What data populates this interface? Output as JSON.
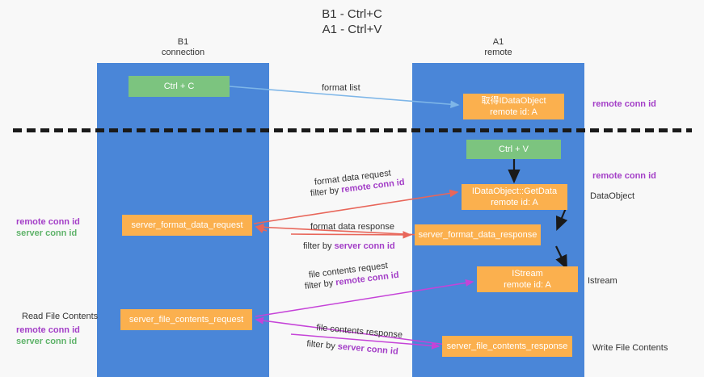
{
  "title": "B1 - Ctrl+C\nA1 - Ctrl+V",
  "lanes": {
    "left": {
      "header": "B1\nconnection",
      "color": "#4a86d8"
    },
    "right": {
      "header": "A1\nremote",
      "color": "#4a86d8"
    }
  },
  "colors": {
    "lane": "#4a86d8",
    "green_node": "#7cc47f",
    "orange_node": "#fbb04e",
    "purple_text": "#a33ec7",
    "green_text": "#5fb36a",
    "red_arrow": "#e8665a",
    "magenta_arrow": "#c543d8",
    "blue_arrow": "#7eb6e8",
    "black_arrow": "#1a1a1a",
    "background": "#f8f8f8"
  },
  "nodes": {
    "ctrl_c": {
      "label": "Ctrl + C"
    },
    "get_idataobject": {
      "label": "取得IDataObject",
      "sub": "remote id: A"
    },
    "ctrl_v": {
      "label": "Ctrl + V"
    },
    "get_data": {
      "label": "IDataObject::GetData",
      "sub": "remote id: A"
    },
    "server_format_data_request": {
      "label": "server_format_data_request"
    },
    "server_format_data_response": {
      "label": "server_format_data_response"
    },
    "istream": {
      "label": "IStream",
      "sub": "remote id: A"
    },
    "server_file_contents_request": {
      "label": "server_file_contents_request"
    },
    "server_file_contents_response": {
      "label": "server_file_contents_response"
    }
  },
  "edge_labels": {
    "format_list": "format list",
    "format_data_request": "format data request",
    "format_data_request_filter_prefix": "filter by ",
    "format_data_request_filter_key": "remote conn id",
    "format_data_response": "format data response",
    "format_data_response_filter_prefix": "filter by ",
    "format_data_response_filter_key": "server conn id",
    "file_contents_request": "file contents request",
    "file_contents_request_filter_prefix": "filter by ",
    "file_contents_request_filter_key": "remote conn id",
    "file_contents_response": "file contents response",
    "file_contents_response_filter_prefix": "filter by ",
    "file_contents_response_filter_key": "server conn id"
  },
  "annotations": {
    "right_remote_conn_id_top": "remote conn id",
    "right_remote_conn_id_mid": "remote conn id",
    "right_dataobject": "DataObject",
    "right_istream": "Istream",
    "right_write_file_contents": "Write File Contents",
    "left_remote_conn_id_mid": "remote conn id",
    "left_server_conn_id_mid": "server conn id",
    "left_read_file_contents": "Read File Contents",
    "left_remote_conn_id_bottom": "remote conn id",
    "left_server_conn_id_bottom": "server conn id"
  }
}
